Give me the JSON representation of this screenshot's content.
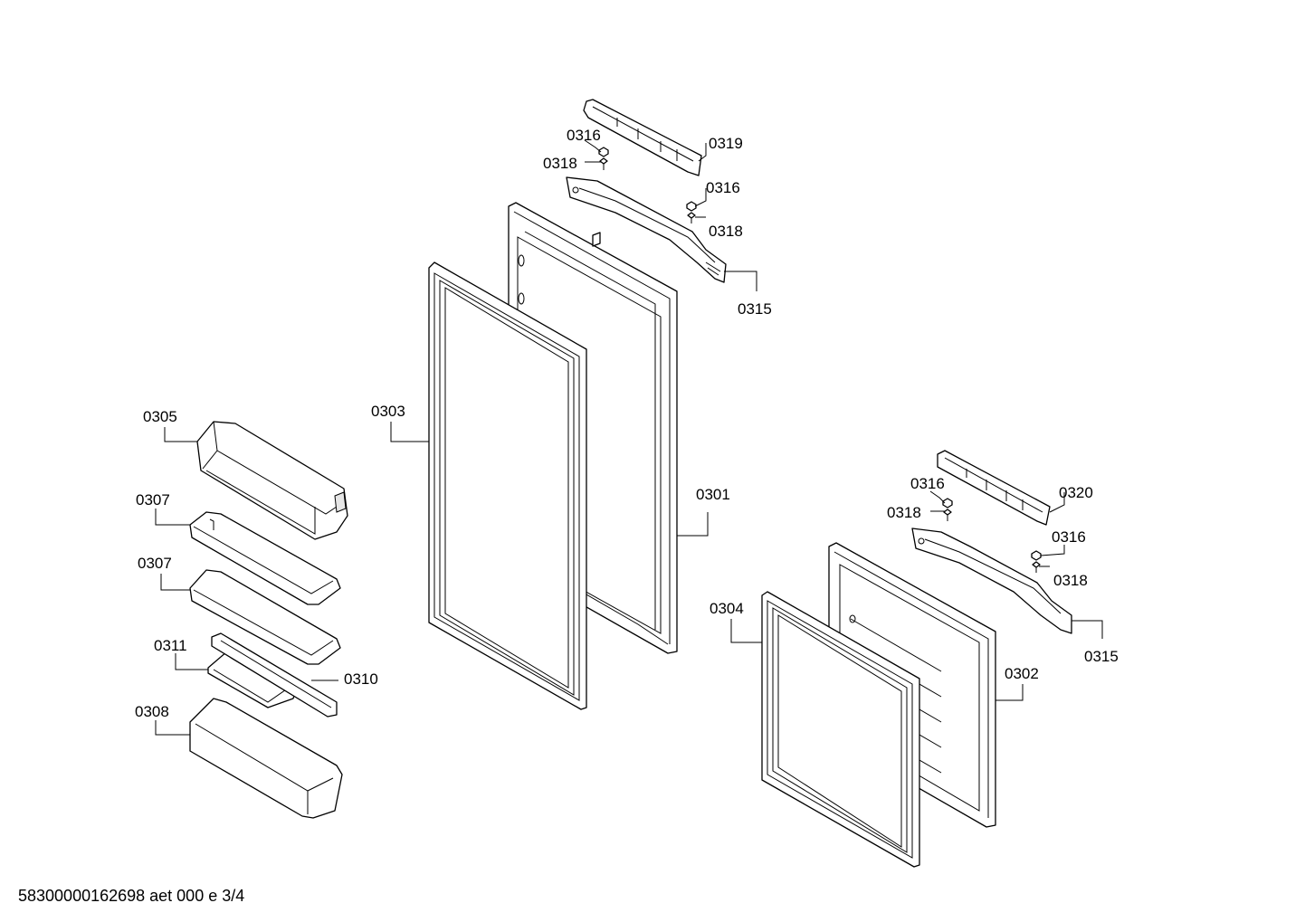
{
  "labels": {
    "p0301": "0301",
    "p0302": "0302",
    "p0303": "0303",
    "p0304": "0304",
    "p0305": "0305",
    "p0307_top": "0307",
    "p0307_bottom": "0307",
    "p0308": "0308",
    "p0310": "0310",
    "p0311": "0311",
    "p0315_upper": "0315",
    "p0315_lower": "0315",
    "p0316_a": "0316",
    "p0316_b": "0316",
    "p0316_c": "0316",
    "p0316_d": "0316",
    "p0318_a": "0318",
    "p0318_b": "0318",
    "p0318_c": "0318",
    "p0318_d": "0318",
    "p0319": "0319",
    "p0320": "0320"
  },
  "footer": "58300000162698 aet 000 e 3/4"
}
